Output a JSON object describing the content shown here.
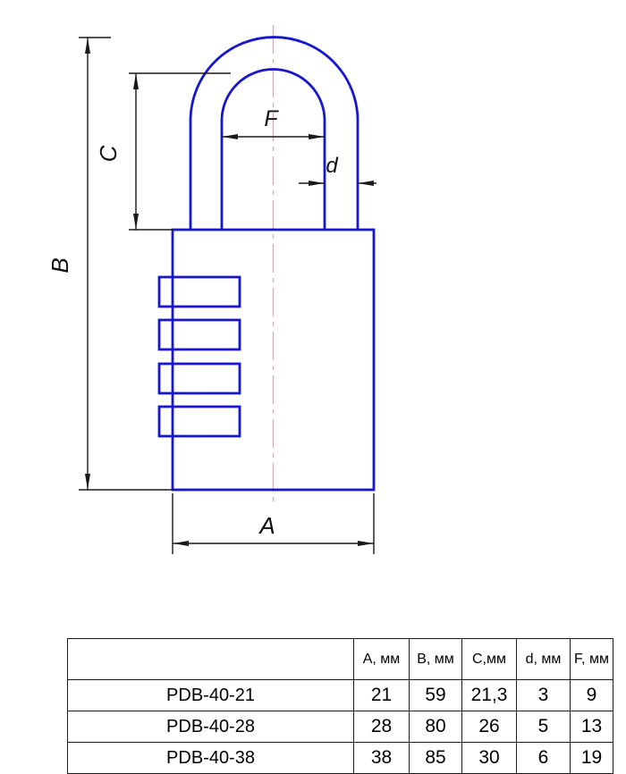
{
  "colors": {
    "outline_blue": "#1717cf",
    "dimension_black": "#1a1a1a",
    "centerline_red": "#f2a098"
  },
  "drawing": {
    "labels": {
      "A": "A",
      "B": "B",
      "C": "C",
      "d": "d",
      "F": "F"
    }
  },
  "table": {
    "headers": [
      "",
      "A, мм",
      "B, мм",
      "C,мм",
      "d, мм",
      "F, мм"
    ],
    "rows": [
      {
        "model": "PDB-40-21",
        "values": [
          "21",
          "59",
          "21,3",
          "3",
          "9"
        ]
      },
      {
        "model": "PDB-40-28",
        "values": [
          "28",
          "80",
          "26",
          "5",
          "13"
        ]
      },
      {
        "model": "PDB-40-38",
        "values": [
          "38",
          "85",
          "30",
          "6",
          "19"
        ]
      }
    ]
  }
}
